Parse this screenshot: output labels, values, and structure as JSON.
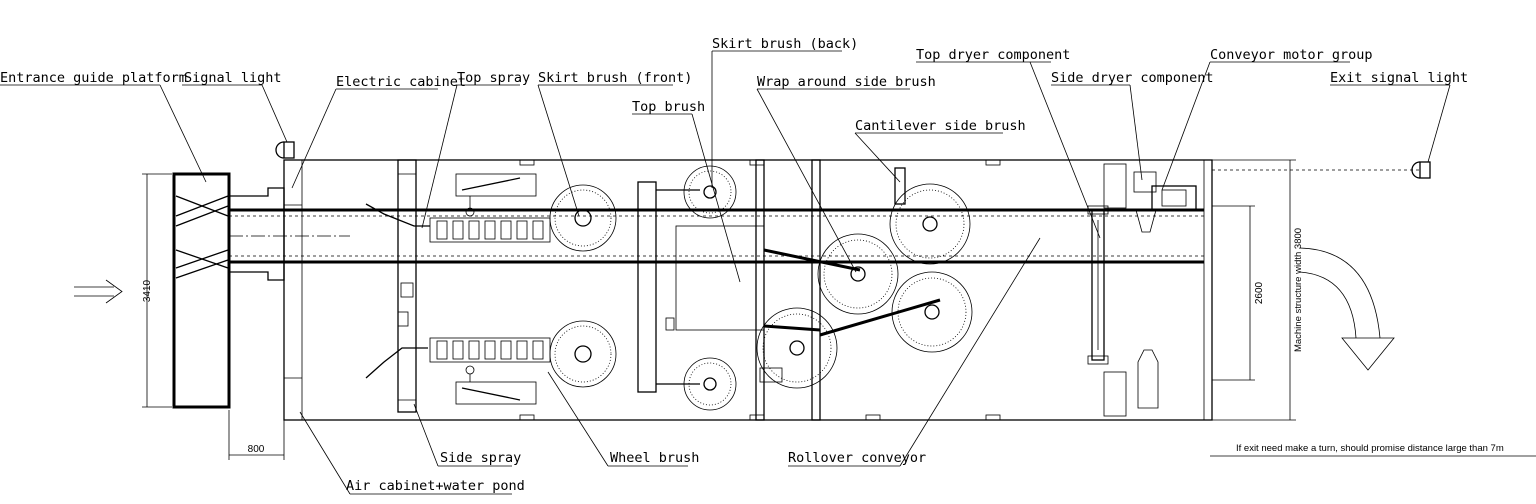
{
  "labels": {
    "entrance_guide_platform": "Entrance guide platform",
    "signal_light": "Signal light",
    "electric_cabinet": "Electric cabinet",
    "top_spray": "Top spray",
    "skirt_brush_front": "Skirt brush (front)",
    "skirt_brush_back": "Skirt brush (back)",
    "top_brush": "Top brush",
    "wrap_around_side_brush": "Wrap around side brush",
    "cantilever_side_brush": "Cantilever side brush",
    "top_dryer_component": "Top dryer component",
    "side_dryer_component": "Side dryer component",
    "conveyor_motor_group": "Conveyor motor group",
    "exit_signal_light": "Exit signal light",
    "side_spray": "Side spray",
    "wheel_brush": "Wheel brush",
    "rollover_conveyor": "Rollover conveyor",
    "air_cabinet_water_pond": "Air cabinet+water pond"
  },
  "dimensions": {
    "entrance_width": "3410",
    "platform_gap": "800",
    "inner_width": "2600",
    "machine_structure_width": "Machine structure width 3800"
  },
  "notes": {
    "exit_turn": "If exit need make a turn, should promise distance large than 7m"
  }
}
